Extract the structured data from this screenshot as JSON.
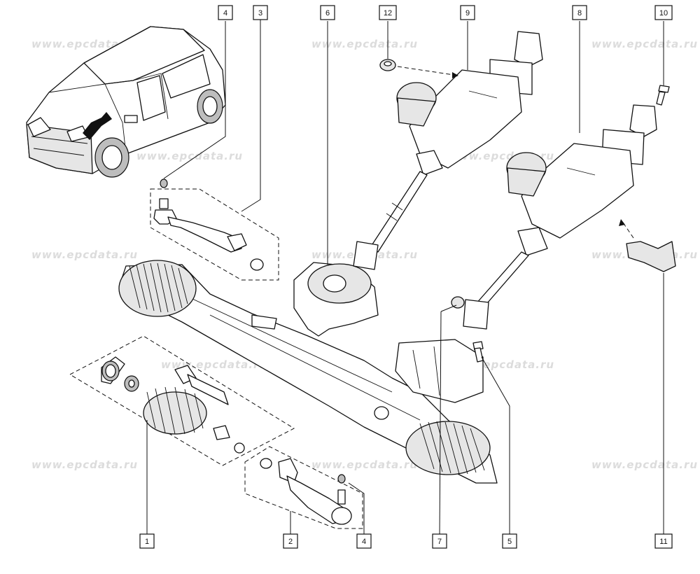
{
  "watermark": {
    "text": "www.epcdata.ru"
  },
  "callouts": [
    {
      "id": "c4a",
      "label": "4",
      "name": "callout-4-top"
    },
    {
      "id": "c3",
      "label": "3",
      "name": "callout-3"
    },
    {
      "id": "c6",
      "label": "6",
      "name": "callout-6"
    },
    {
      "id": "c12",
      "label": "12",
      "name": "callout-12"
    },
    {
      "id": "c9",
      "label": "9",
      "name": "callout-9"
    },
    {
      "id": "c8",
      "label": "8",
      "name": "callout-8"
    },
    {
      "id": "c10",
      "label": "10",
      "name": "callout-10"
    },
    {
      "id": "c1",
      "label": "1",
      "name": "callout-1"
    },
    {
      "id": "c2",
      "label": "2",
      "name": "callout-2"
    },
    {
      "id": "c4b",
      "label": "4",
      "name": "callout-4-bottom"
    },
    {
      "id": "c7",
      "label": "7",
      "name": "callout-7"
    },
    {
      "id": "c5",
      "label": "5",
      "name": "callout-5"
    },
    {
      "id": "c11",
      "label": "11",
      "name": "callout-11"
    }
  ]
}
